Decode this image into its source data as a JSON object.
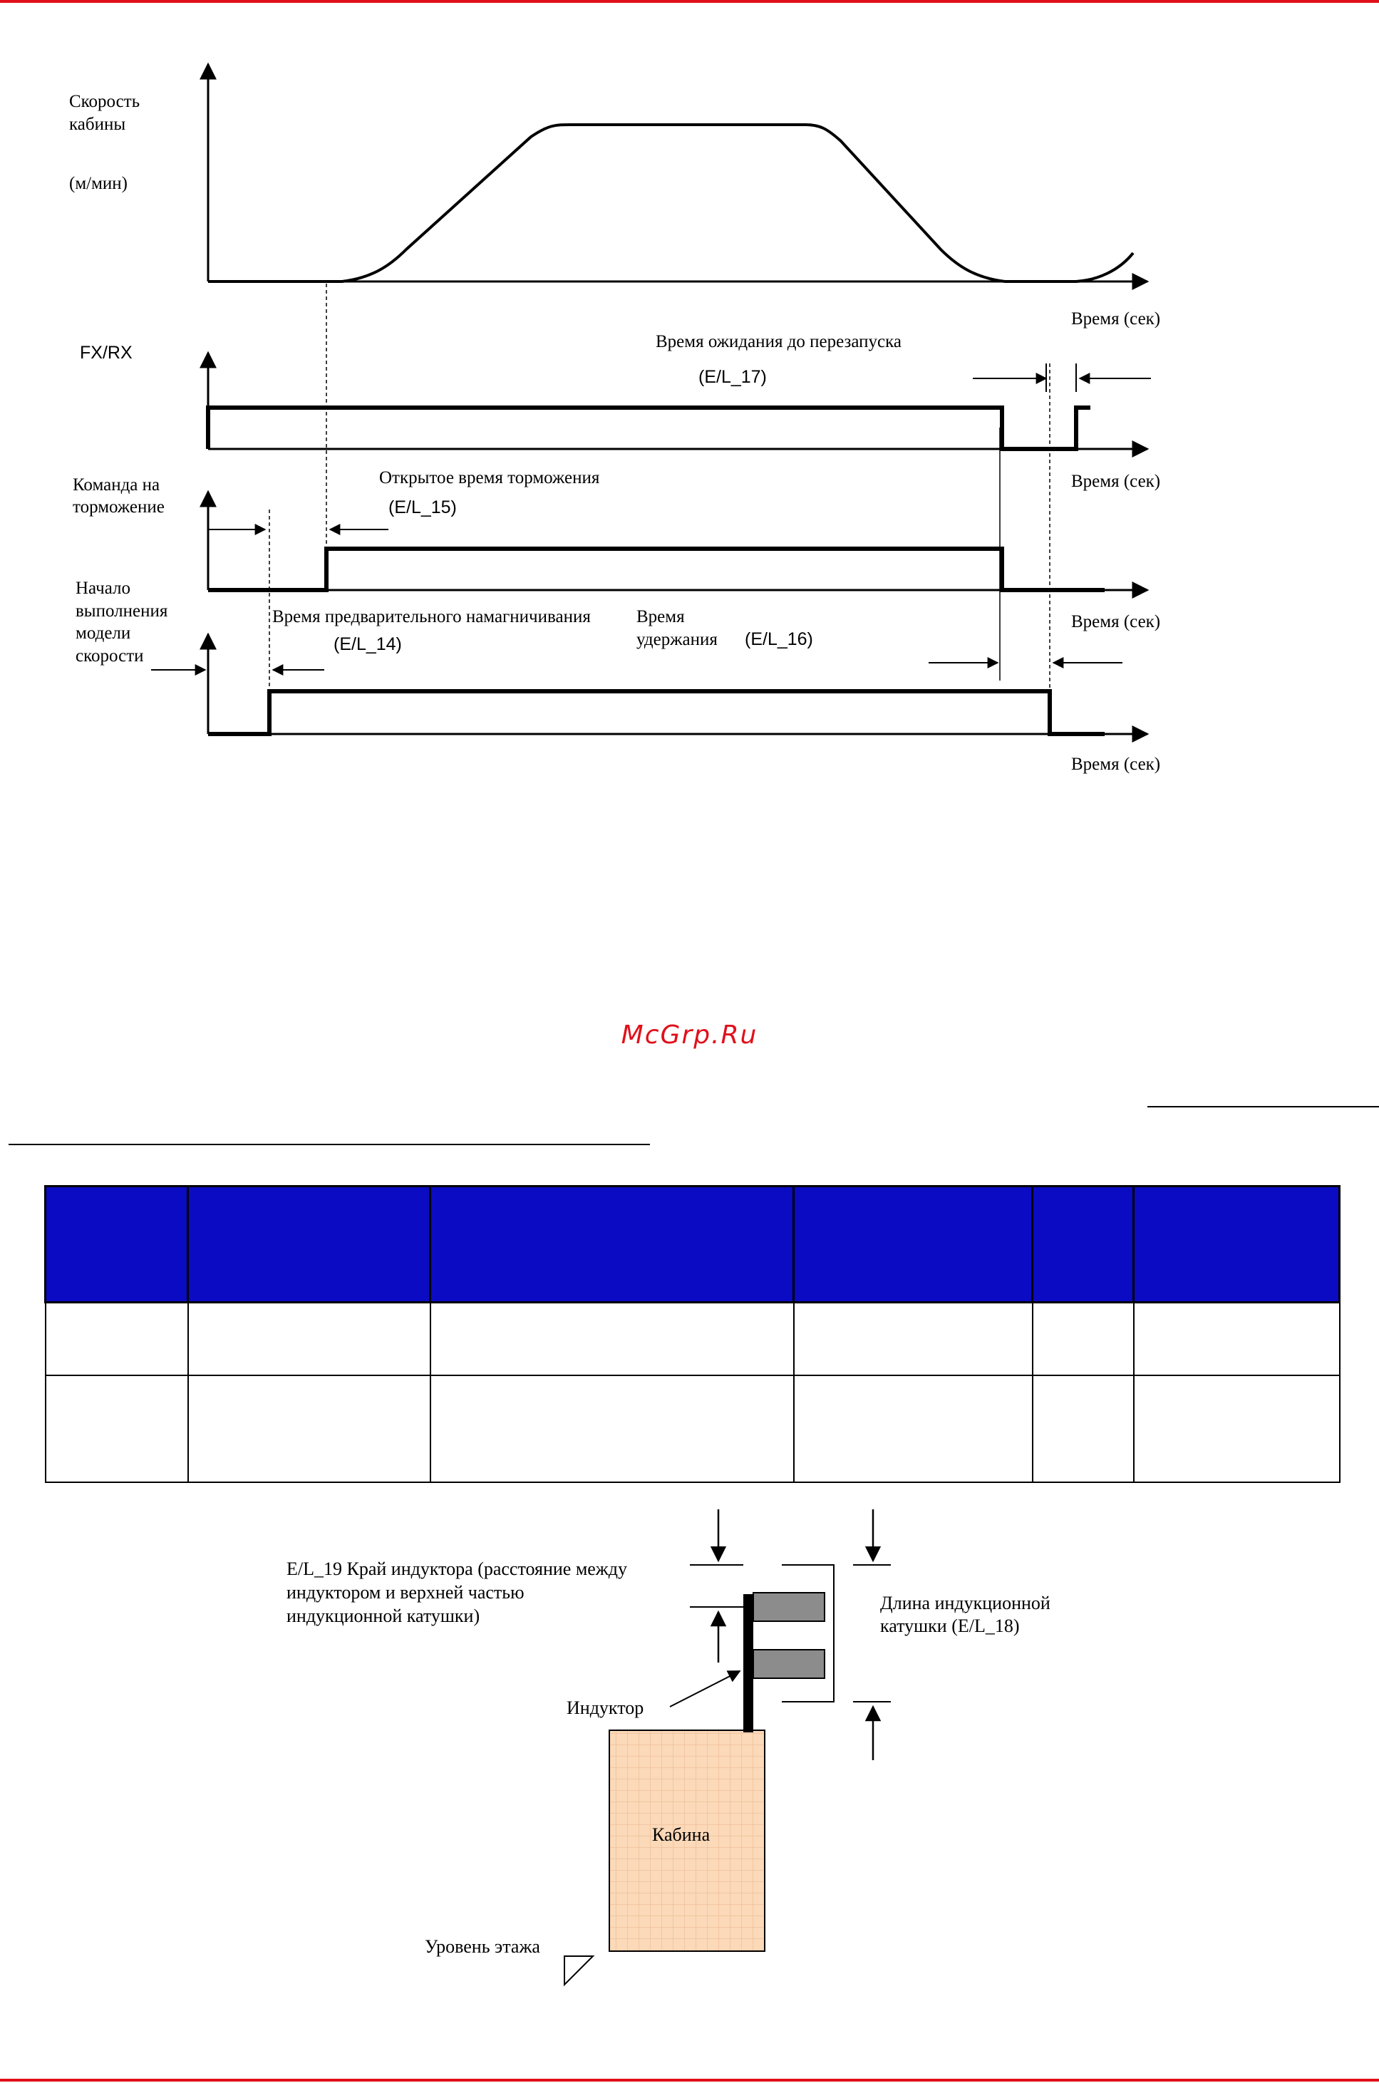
{
  "timing_diagram": {
    "speed_label_1": "Скорость",
    "speed_label_2": "кабины",
    "speed_unit": "(м/мин)",
    "time_label": "Время (сек)",
    "fxrx_label": "FX/RX",
    "restart_wait_label": "Время ожидания до перезапуска",
    "restart_wait_code": "(E/L_17)",
    "brake_cmd_label_1": "Команда на",
    "brake_cmd_label_2": "торможение",
    "brake_open_label": "Открытое время торможения",
    "brake_open_code": "(E/L_15)",
    "speed_model_label_1": "Начало",
    "speed_model_label_2": "выполнения",
    "speed_model_label_3": "модели",
    "speed_model_label_4": "скорости",
    "premag_label": "Время предварительного намагничивания",
    "premag_code": "(E/L_14)",
    "hold_label_1": "Время",
    "hold_label_2": "удержания",
    "hold_code": "(E/L_16)"
  },
  "watermark": "McGrp.Ru",
  "table": {
    "header_color": "#0b0bc4",
    "columns": [
      "",
      "",
      "",
      "",
      "",
      ""
    ],
    "rows": [
      [
        "",
        "",
        "",
        "",
        "",
        ""
      ],
      [
        "",
        "",
        "",
        "",
        "",
        ""
      ]
    ]
  },
  "inductor_diagram": {
    "edge_label_1": "E/L_19 Край индуктора (расстояние между",
    "edge_label_2": "индуктором и верхней частью",
    "edge_label_3": "индукционной катушки)",
    "coil_length_label_1": "Длина индукционной",
    "coil_length_label_2": "катушки (E/L_18)",
    "inductor_label": "Индуктор",
    "cabin_label": "Кабина",
    "floor_label": "Уровень этажа"
  },
  "colors": {
    "accent_red": "#e0101a",
    "cabin_fill": "#fbd9b9",
    "coil_fill": "#8c8c8c"
  }
}
